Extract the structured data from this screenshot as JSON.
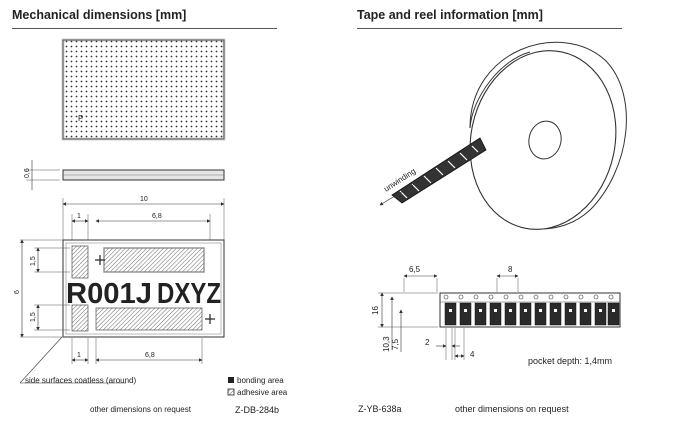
{
  "left_panel": {
    "title": "Mechanical dimensions [mm]",
    "dim_thickness": "0,6",
    "dim_total_length": "10",
    "dim_left_margin_top": "1",
    "dim_bond_length_top": "6,8",
    "dim_bond_length_bottom": "6,8",
    "dim_left_margin_bottom": "1",
    "dim_height": "6",
    "dim_pad_top": "1,5",
    "dim_pad_bottom": "1,5",
    "pin_marker": "P",
    "marking_line1": "R001J",
    "marking_line2": "DXYZ",
    "side_note": "side surfaces coatless (around)",
    "legend_bonding": "bonding area",
    "legend_adhesive": "adhesive area",
    "footer_note": "other dimensions on request",
    "drawing_code": "Z-DB-284b"
  },
  "right_panel": {
    "title": "Tape and reel information [mm]",
    "unwinding_label": "unwinding",
    "dim_pitch_a": "6,5",
    "dim_pitch_b": "8",
    "dim_tape_width": "16",
    "dim_offset_a": "10,3",
    "dim_offset_b": "7,5",
    "dim_hole_a": "2",
    "dim_hole_b": "4",
    "pocket_depth": "pocket depth: 1,4mm",
    "drawing_code": "Z-YB-638a",
    "footer_note": "other dimensions on request"
  }
}
